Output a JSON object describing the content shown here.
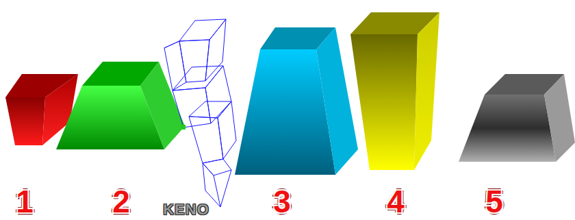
{
  "diagram": {
    "labels": [
      "1",
      "2",
      "KENO",
      "3",
      "4",
      "5"
    ]
  }
}
